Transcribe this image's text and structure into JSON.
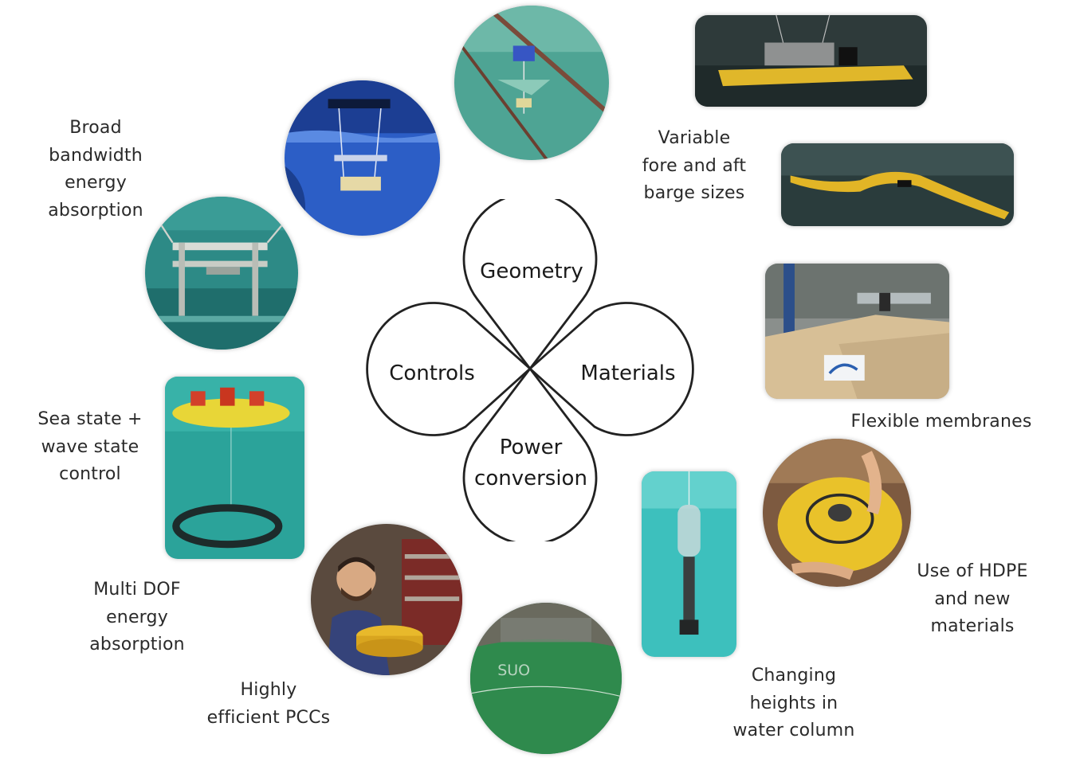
{
  "diagram": {
    "petals": {
      "top": "Geometry",
      "left": "Controls",
      "right": "Materials",
      "bottom_line1": "Power",
      "bottom_line2": "conversion"
    }
  },
  "labels": {
    "broad_bandwidth": "Broad\nbandwidth\nenergy\nabsorption",
    "sea_state": "Sea state +\nwave state\ncontrol",
    "multi_dof": "Multi DOF\nenergy\nabsorption",
    "pccs": "Highly\nefficient PCCs",
    "variable_barge": "Variable\nfore and aft\nbarge sizes",
    "flexible_membranes": "Flexible membranes",
    "hdpe": "Use of HDPE\nand new\nmaterials",
    "water_column": "Changing\nheights in\nwater column"
  },
  "photo_icons": [
    "frame-test-rig-photo",
    "suspended-float-photo",
    "submerged-device-photo",
    "tank-overhead-photo",
    "floating-barge-photo",
    "flexing-barge-photo",
    "membrane-rig-photo",
    "yellow-buoy-photo",
    "vertical-buoy-photo",
    "green-buoy-photo",
    "engineer-photo",
    "hdpe-buoy-photo"
  ]
}
